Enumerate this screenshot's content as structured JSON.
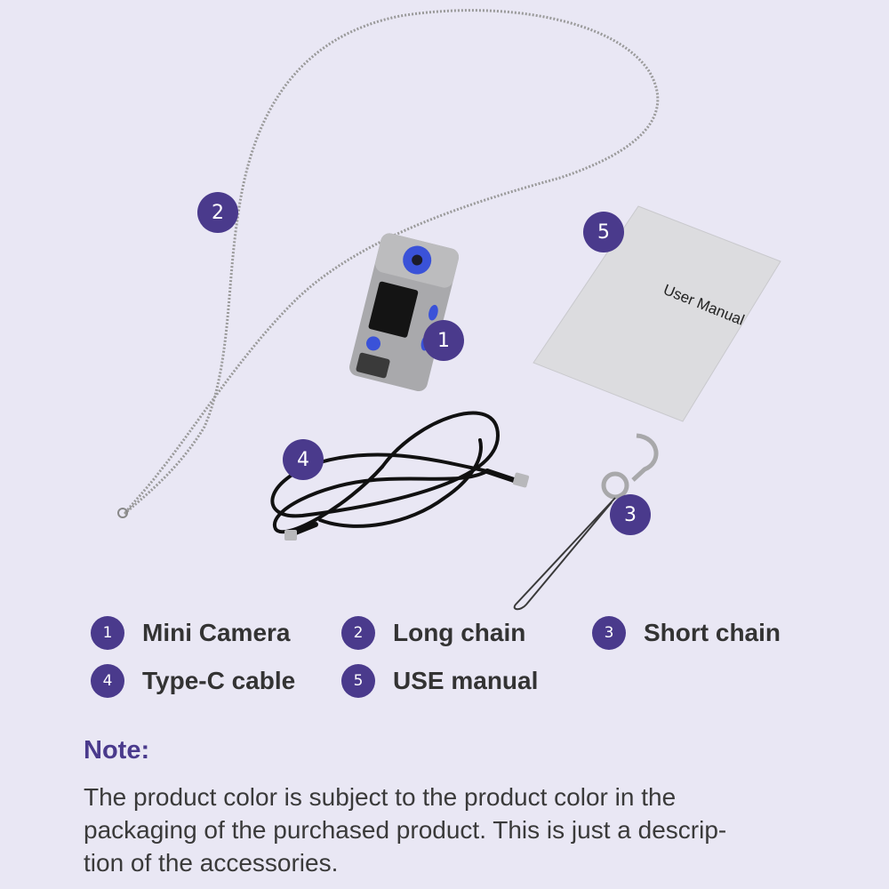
{
  "badges": {
    "camera": "1",
    "long_chain": "2",
    "short_chain": "3",
    "cable": "4",
    "manual": "5"
  },
  "manual_cover_text": "User Manual",
  "legend": [
    {
      "number": "1",
      "label": "Mini Camera"
    },
    {
      "number": "2",
      "label": "Long chain"
    },
    {
      "number": "3",
      "label": "Short chain"
    },
    {
      "number": "4",
      "label": "Type-C cable"
    },
    {
      "number": "5",
      "label": "USE manual"
    }
  ],
  "note": {
    "title": "Note:",
    "body": "The product color is subject to the product color in the\npackaging of the purchased product. This is just a descrip-\ntion of the accessories."
  },
  "colors": {
    "background": "#e9e7f4",
    "badge": "#4a3a8c",
    "note_title": "#4a3a8c",
    "text": "#333333",
    "camera_accent": "#3a52d8"
  }
}
